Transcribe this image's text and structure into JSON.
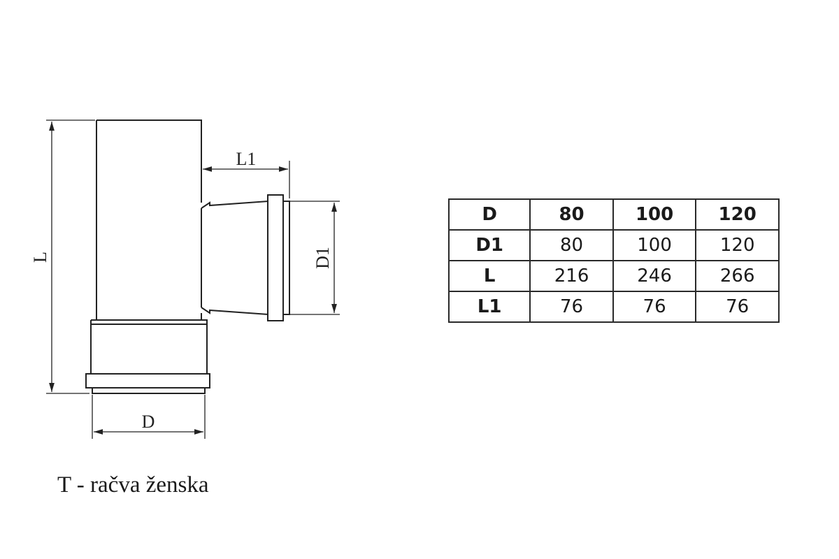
{
  "drawing": {
    "labels": {
      "length": "L",
      "branch_length": "L1",
      "branch_diameter": "D1",
      "diameter": "D"
    }
  },
  "caption": "T - račva ženska",
  "table": {
    "rows": [
      {
        "label": "D",
        "values": [
          "80",
          "100",
          "120"
        ]
      },
      {
        "label": "D1",
        "values": [
          "80",
          "100",
          "120"
        ]
      },
      {
        "label": "L",
        "values": [
          "216",
          "246",
          "266"
        ]
      },
      {
        "label": "L1",
        "values": [
          "76",
          "76",
          "76"
        ]
      }
    ]
  }
}
